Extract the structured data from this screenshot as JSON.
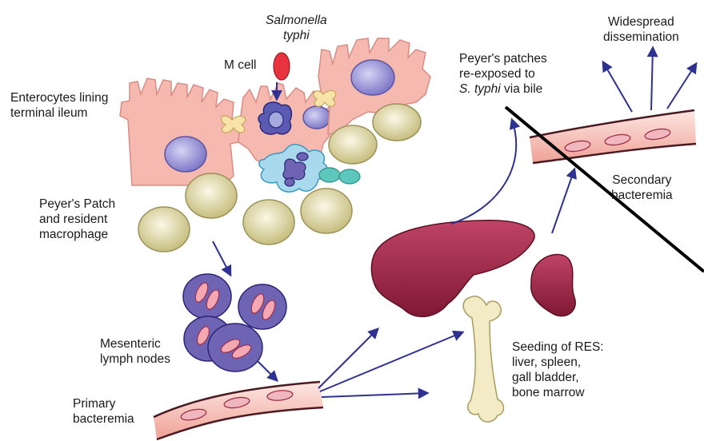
{
  "labels": {
    "salmonella": [
      "Salmonella",
      "typhi"
    ],
    "m_cell": "M cell",
    "enterocytes": [
      "Enterocytes lining",
      "terminal ileum"
    ],
    "peyers_patch": [
      "Peyer's Patch",
      "and resident",
      "macrophage"
    ],
    "mesenteric": [
      "Mesenteric",
      "lymph nodes"
    ],
    "primary": [
      "Primary",
      "bacteremia"
    ],
    "peyers_reexposed": [
      "Peyer's patches",
      "re-exposed to"
    ],
    "peyers_reexposed_species": "S. typhi",
    "peyers_reexposed_suffix": " via bile",
    "widespread": [
      "Widespread",
      "dissemination"
    ],
    "secondary": [
      "Secondary",
      "bacteremia"
    ],
    "seeding": [
      "Seeding of RES:",
      "liver, spleen,",
      "gall bladder,",
      "bone marrow"
    ]
  },
  "colors": {
    "enterocyte": "#f6b9b0",
    "enterocyte_stroke": "#d98c83",
    "nucleus": "#8a86d0",
    "macrophage": "#a9d9ec",
    "peyer_cell": "#d6cf9c",
    "lymph_node": "#6f64b3",
    "vessel": "#f4b0a6",
    "rbc": "#e8a0a8",
    "liver": "#a8294a",
    "bone": "#f3ebc6",
    "arrow": "#2e3192",
    "bacterium": "#e8333f",
    "teal": "#5ec7bd"
  }
}
